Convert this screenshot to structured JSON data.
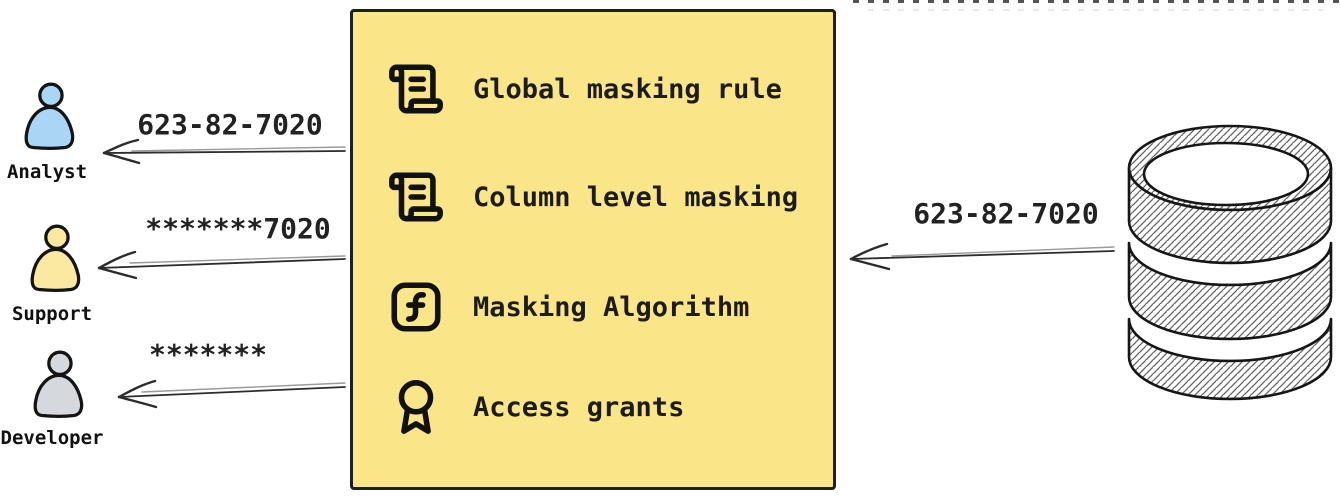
{
  "canvas": {
    "background": "#ffffff",
    "ink": "#1e1e1e"
  },
  "personas": [
    {
      "name": "Analyst",
      "received_value": "623-82-7020",
      "fill": "#ABD5F5"
    },
    {
      "name": "Support",
      "received_value": "*******7020",
      "fill": "#FBE9A2"
    },
    {
      "name": "Developer",
      "received_value": "*******",
      "fill": "#D5D8DC"
    }
  ],
  "masking_box": {
    "fill": "#FAE588",
    "items": [
      {
        "icon": "scroll-text-icon",
        "label": "Global masking rule"
      },
      {
        "icon": "scroll-text-icon",
        "label": "Column level masking"
      },
      {
        "icon": "function-square-icon",
        "label": "Masking Algorithm"
      },
      {
        "icon": "award-icon",
        "label": "Access grants"
      }
    ]
  },
  "database": {
    "icon": "database-icon",
    "outgoing_value": "623-82-7020"
  }
}
